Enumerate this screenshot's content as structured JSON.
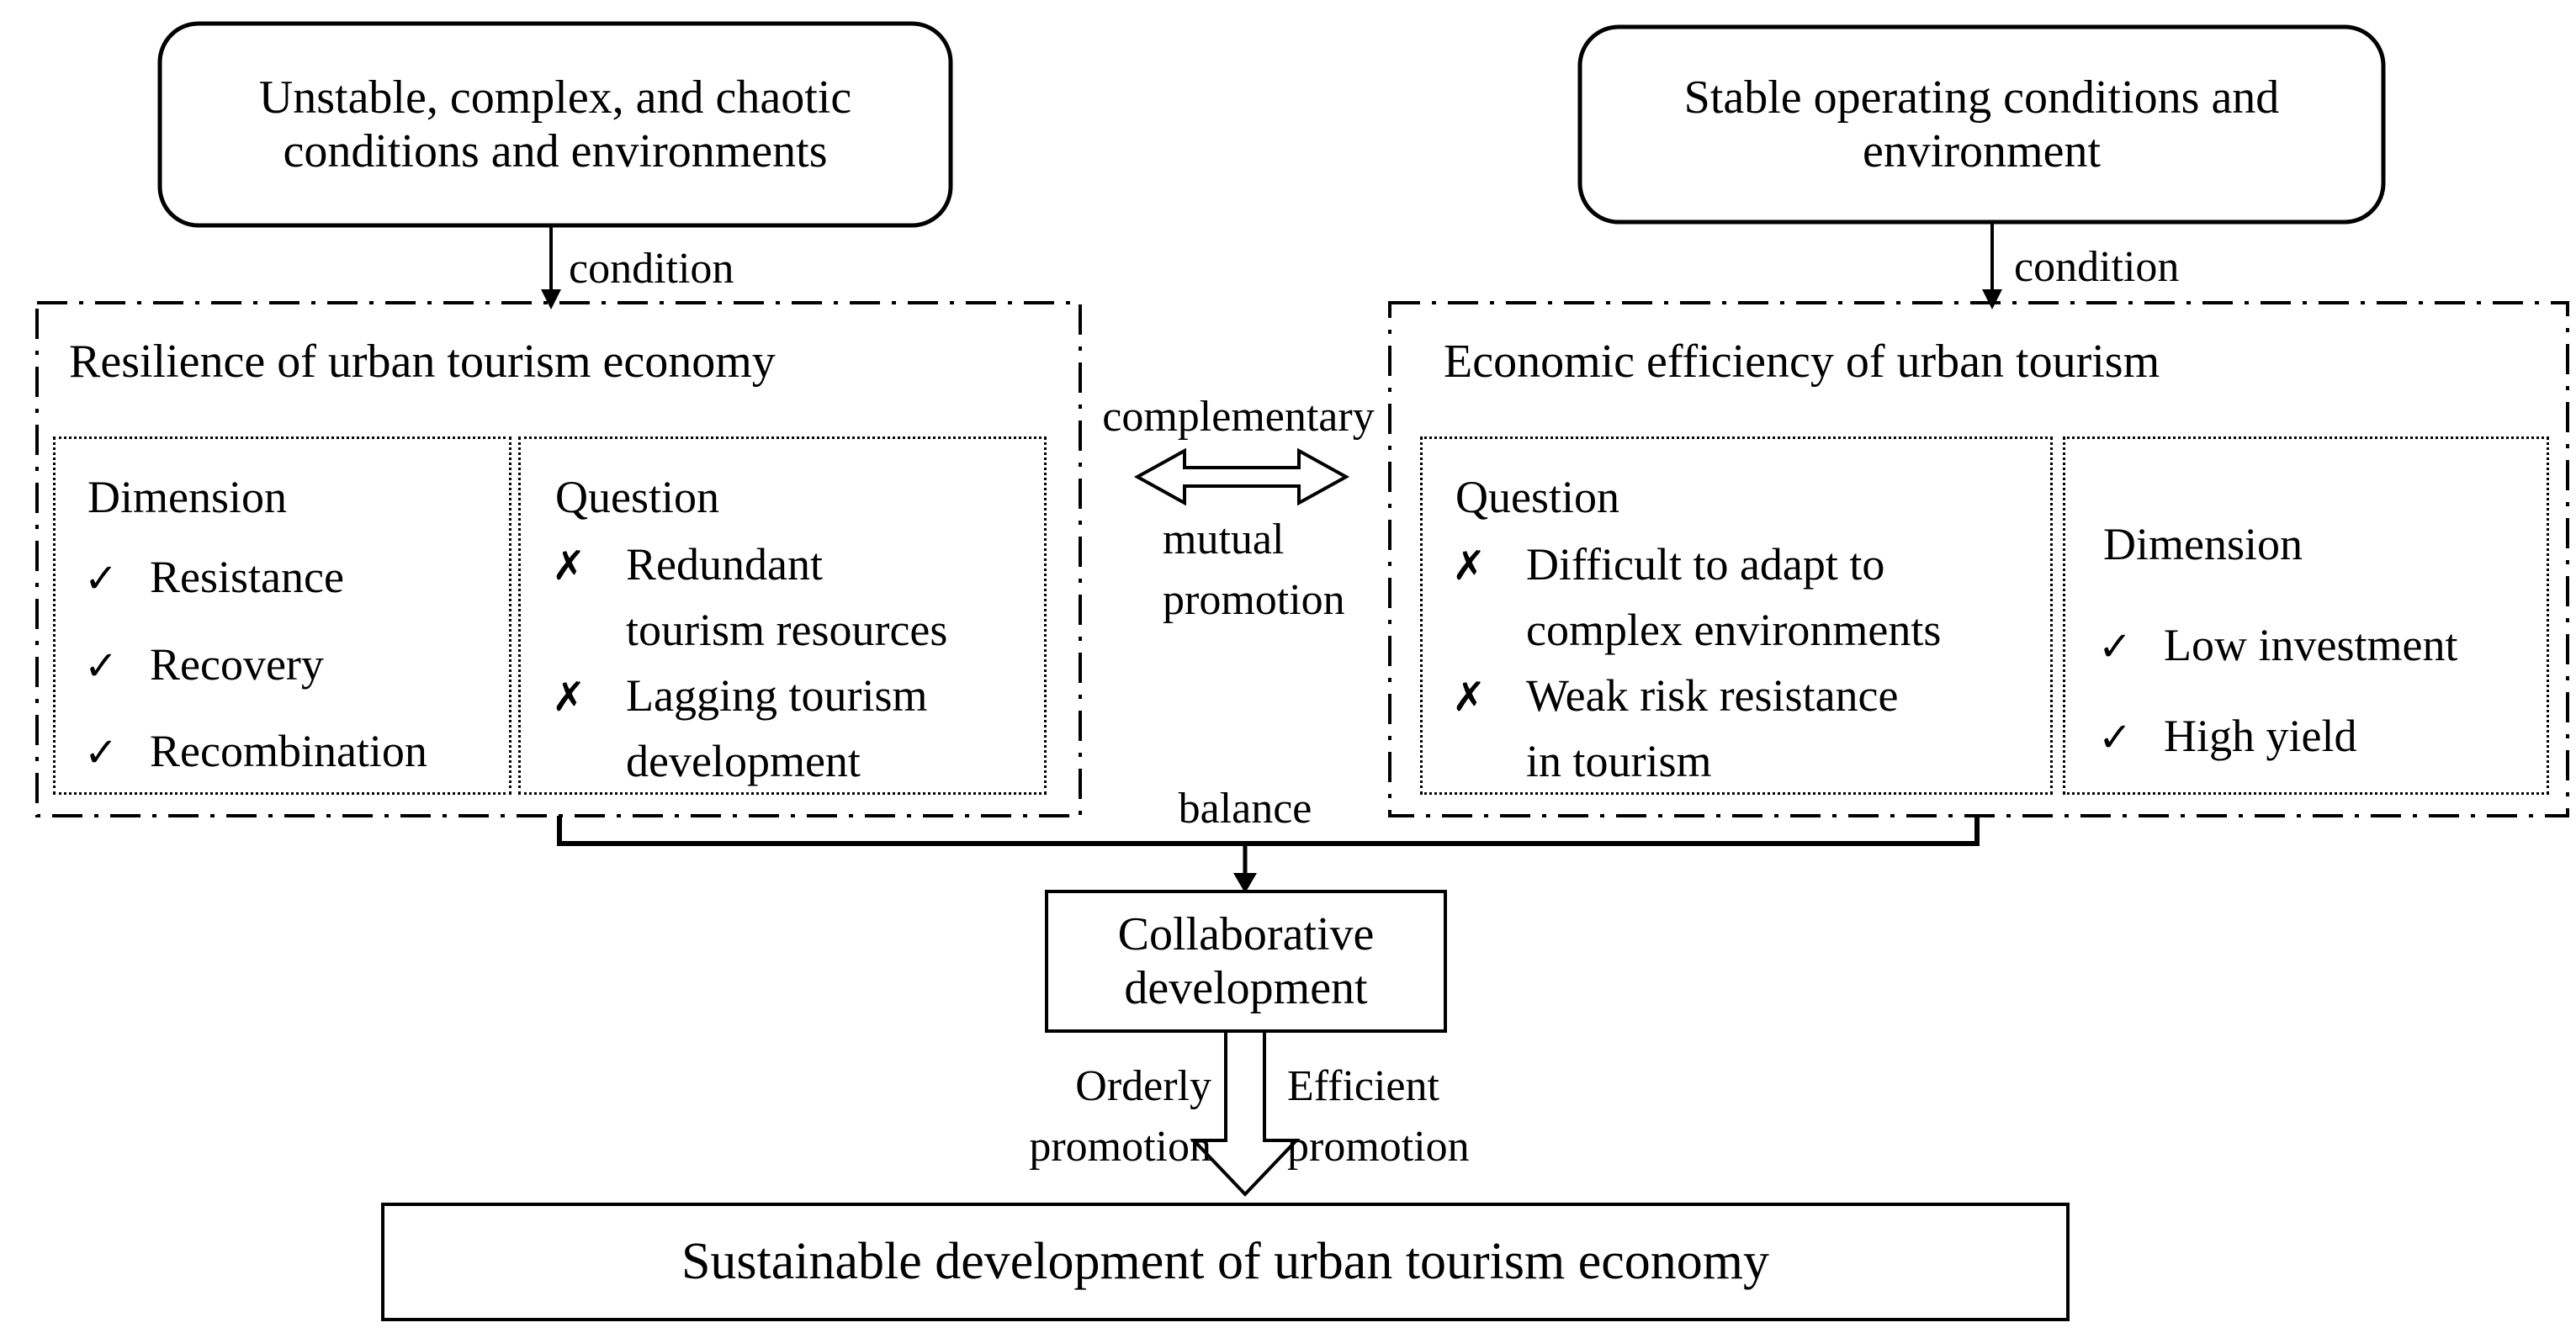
{
  "colors": {
    "ink": "#000000",
    "paper": "#ffffff"
  },
  "icons": {
    "check": "✓",
    "cross": "✗"
  },
  "top_left_box": {
    "line1": "Unstable, complex, and chaotic",
    "line2": "conditions and environments"
  },
  "top_right_box": {
    "line1": "Stable operating conditions and",
    "line2": "environment"
  },
  "condition_left": "condition",
  "condition_right": "condition",
  "left_panel": {
    "title": "Resilience of urban tourism economy",
    "dimension": {
      "heading": "Dimension",
      "items": [
        "Resistance",
        "Recovery",
        "Recombination"
      ]
    },
    "question": {
      "heading": "Question",
      "lines": [
        "Redundant",
        "tourism resources",
        "Lagging tourism",
        "development"
      ]
    }
  },
  "right_panel": {
    "title": "Economic efficiency of urban tourism",
    "question": {
      "heading": "Question",
      "lines": [
        "Difficult to adapt to",
        "complex environments",
        "Weak risk resistance",
        "in tourism"
      ]
    },
    "dimension": {
      "heading": "Dimension",
      "items": [
        "Low investment",
        "High yield"
      ]
    }
  },
  "middle": {
    "complementary": "complementary",
    "mutual_line1": "mutual",
    "mutual_line2": "promotion",
    "balance": "balance"
  },
  "collaborative_box": {
    "line1": "Collaborative",
    "line2": "development"
  },
  "orderly_label": {
    "line1": "Orderly",
    "line2": "promotion"
  },
  "efficient_label": {
    "line1": "Efficient",
    "line2": "promotion"
  },
  "sustainable_box": {
    "title": "Sustainable development of urban tourism economy"
  }
}
